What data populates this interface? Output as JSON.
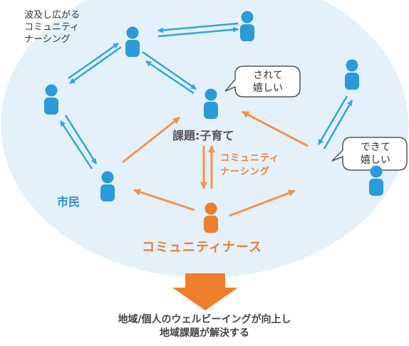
{
  "colors": {
    "background_ellipse": "#e4f0fa",
    "citizen_blue": "#2b9ad8",
    "arrow_blue": "#33a4dd",
    "nurse_orange": "#ee7d2c",
    "arrow_orange": "#f0954a"
  },
  "ripple_label": [
    "波及し広がる",
    "コミュニティ",
    "ナーシング"
  ],
  "topic_label": "課題:子育て",
  "community_nursing_label": [
    "コミュニティ",
    "ナーシング"
  ],
  "citizen_label": "市民",
  "nurse_label": "コミュニティナース",
  "bubble_1": [
    "されて",
    "嬉しい"
  ],
  "bubble_2": [
    "できて",
    "嬉しい"
  ],
  "outcome": [
    "地域/個人のウェルビーイングが向上し",
    "地域課題が解決する"
  ],
  "icons": {
    "person": "person-icon",
    "outcome_arrow": "arrow-down-icon"
  }
}
